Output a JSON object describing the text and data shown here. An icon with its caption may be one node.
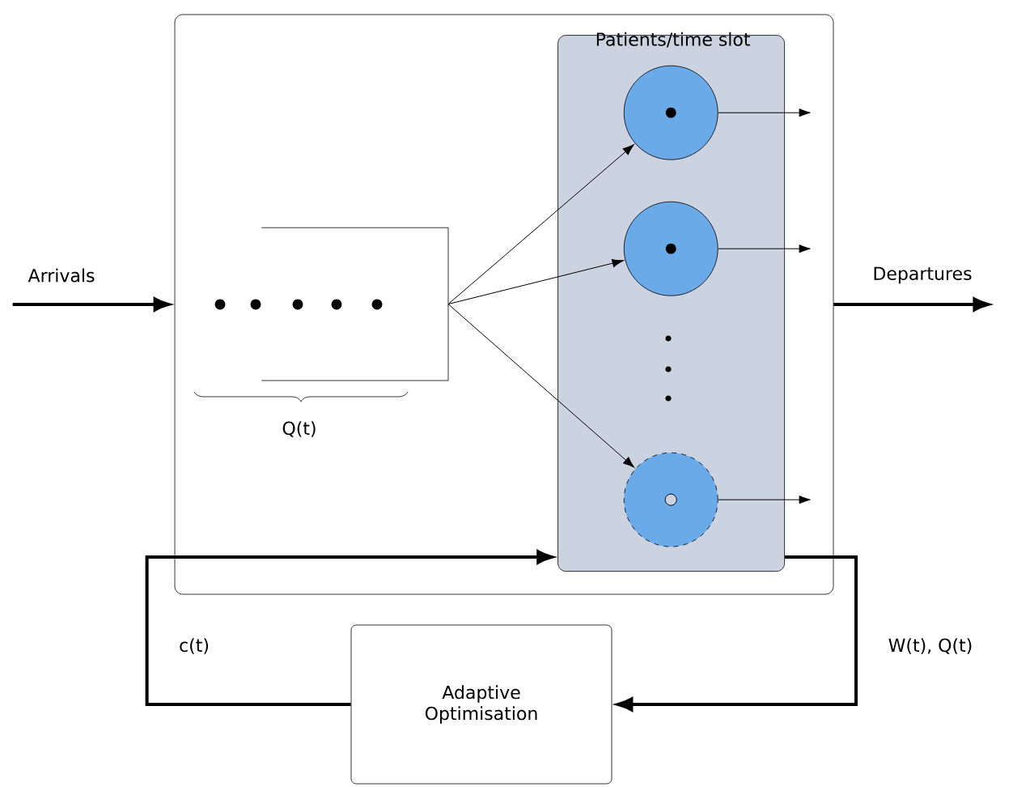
{
  "diagram": {
    "nodes": [
      {
        "text": [],
        "shape": "box"
      },
      {
        "text": [
          "Patients/time slot"
        ],
        "in": 0
      },
      {
        "text": [],
        "shape": "box",
        "in": 0,
        "beside": [
          "Q(t)"
        ]
      },
      {
        "text": [],
        "shape": "circle",
        "in": 1
      },
      {
        "text": [],
        "shape": "circle",
        "in": 1
      },
      {
        "text": [],
        "shape": "circle",
        "in": 1
      },
      {
        "text": [
          "Adaptive Optimisation"
        ]
      }
    ],
    "edges": [
      {
        "from": null,
        "to": 0,
        "arrow": "to",
        "label": "Arrivals",
        "style": "thick"
      },
      {
        "from": 2,
        "to": 3,
        "arrow": "to"
      },
      {
        "from": 2,
        "to": 4,
        "arrow": "to"
      },
      {
        "from": 2,
        "to": 5,
        "arrow": "to"
      },
      {
        "from": 3,
        "to": null,
        "arrow": "to"
      },
      {
        "from": 4,
        "to": null,
        "arrow": "to"
      },
      {
        "from": 5,
        "to": null,
        "arrow": "to"
      },
      {
        "from": 0,
        "to": null,
        "arrow": "to",
        "label": "Departures",
        "style": "thick"
      },
      {
        "from": 1,
        "to": 6,
        "arrow": "to",
        "label": "W(t), Q(t)",
        "style": "thick"
      },
      {
        "from": 6,
        "to": 1,
        "arrow": "to",
        "label": "c(t)",
        "style": "thick"
      }
    ]
  }
}
